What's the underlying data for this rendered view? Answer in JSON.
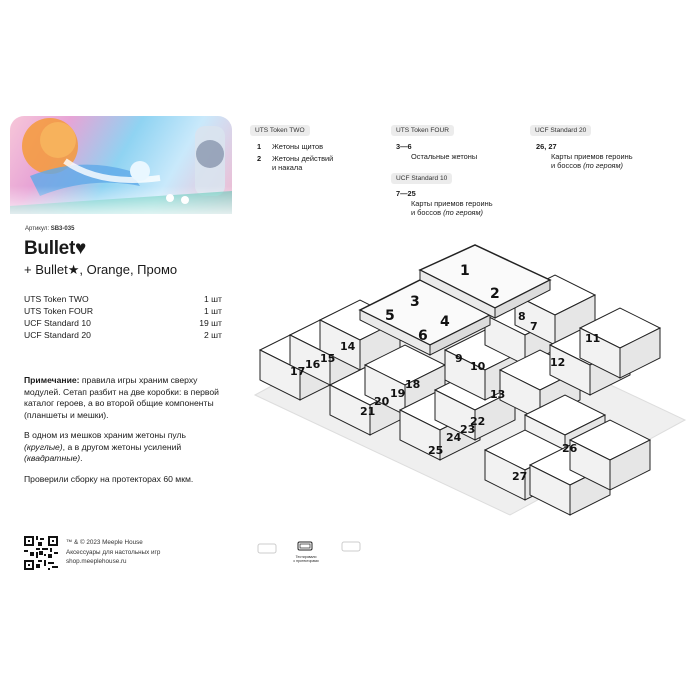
{
  "card": {
    "sku_label": "Артикул:",
    "sku_value": "SB3-035",
    "title": "Bullet♥",
    "subtitle": "+ Bullet★, Orange, Промо"
  },
  "items": [
    {
      "name": "UTS Token TWO",
      "qty": "1 шт"
    },
    {
      "name": "UTS Token FOUR",
      "qty": "1 шт"
    },
    {
      "name": "UCF Standard 10",
      "qty": "19 шт"
    },
    {
      "name": "UCF Standard 20",
      "qty": "2 шт"
    }
  ],
  "notes": {
    "note_label": "Примечание:",
    "note_text": " правила игры храним сверху модулей. Сетап разбит на две коробки: в первой каталог героев, а во второй общие компоненты (планшеты и мешки).",
    "p2_a": "В одном из мешков храним жетоны пуль ",
    "p2_b": "(круглые)",
    "p2_c": ", а в другом жетоны усилений ",
    "p2_d": "(квадратные)",
    "p2_e": ".",
    "p3": "Проверили сборку на протекторах 60 мкм."
  },
  "footer": {
    "line1": "™ & © 2023 Meeple House",
    "line2": "Аксессуары для настольных игр",
    "line3": "shop.meeplehouse.ru"
  },
  "legend": {
    "uts_two": {
      "header": "UTS Token TWO",
      "rows": [
        {
          "n": "1",
          "text": "Жетоны щитов"
        },
        {
          "n": "2",
          "text": "Жетоны действий",
          "text2": "и накала"
        }
      ]
    },
    "uts_four": {
      "header": "UTS Token FOUR",
      "rows": [
        {
          "n": "3—6",
          "text": "Остальные жетоны"
        }
      ]
    },
    "ucf10": {
      "header": "UCF Standard 10",
      "rows": [
        {
          "n": "7—25",
          "text": "Карты приемов героинь",
          "text2": "и боссов ",
          "italic": "(по героям)"
        }
      ]
    },
    "ucf20": {
      "header": "UCF Standard 20",
      "rows": [
        {
          "n": "26, 27",
          "text": "Карты приемов героинь",
          "text2": "и боссов ",
          "italic": "(по героям)"
        }
      ]
    }
  },
  "badges": {
    "tested_l1": "Тестировали",
    "tested_l2": "с протекторами"
  },
  "diagram_labels": [
    "1",
    "2",
    "3",
    "4",
    "5",
    "6",
    "7",
    "8",
    "9",
    "10",
    "11",
    "12",
    "13",
    "14",
    "15",
    "16",
    "17",
    "18",
    "19",
    "20",
    "21",
    "22",
    "23",
    "24",
    "25",
    "26",
    "27"
  ]
}
